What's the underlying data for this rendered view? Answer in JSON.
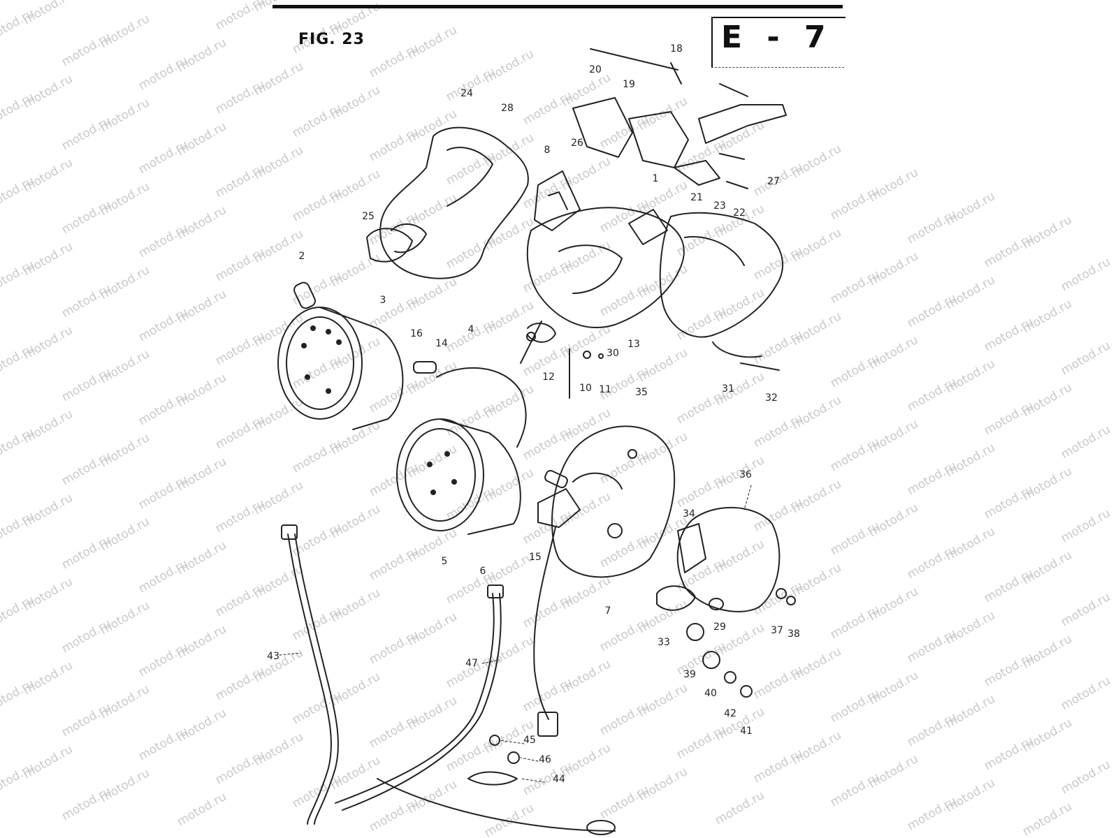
{
  "figure_label": "FIG. 23",
  "section_label": "E - 7",
  "watermark": "motod.ru",
  "part_numbers": [
    "18",
    "20",
    "19",
    "24",
    "28",
    "8",
    "26",
    "27",
    "21",
    "23",
    "22",
    "25",
    "2",
    "16",
    "1",
    "3",
    "4",
    "14",
    "30",
    "13",
    "12",
    "10",
    "11",
    "35",
    "31",
    "32",
    "36",
    "34",
    "15",
    "5",
    "6",
    "7",
    "29",
    "33",
    "37",
    "38",
    "39",
    "40",
    "42",
    "41",
    "43",
    "47",
    "45",
    "46",
    "44"
  ]
}
